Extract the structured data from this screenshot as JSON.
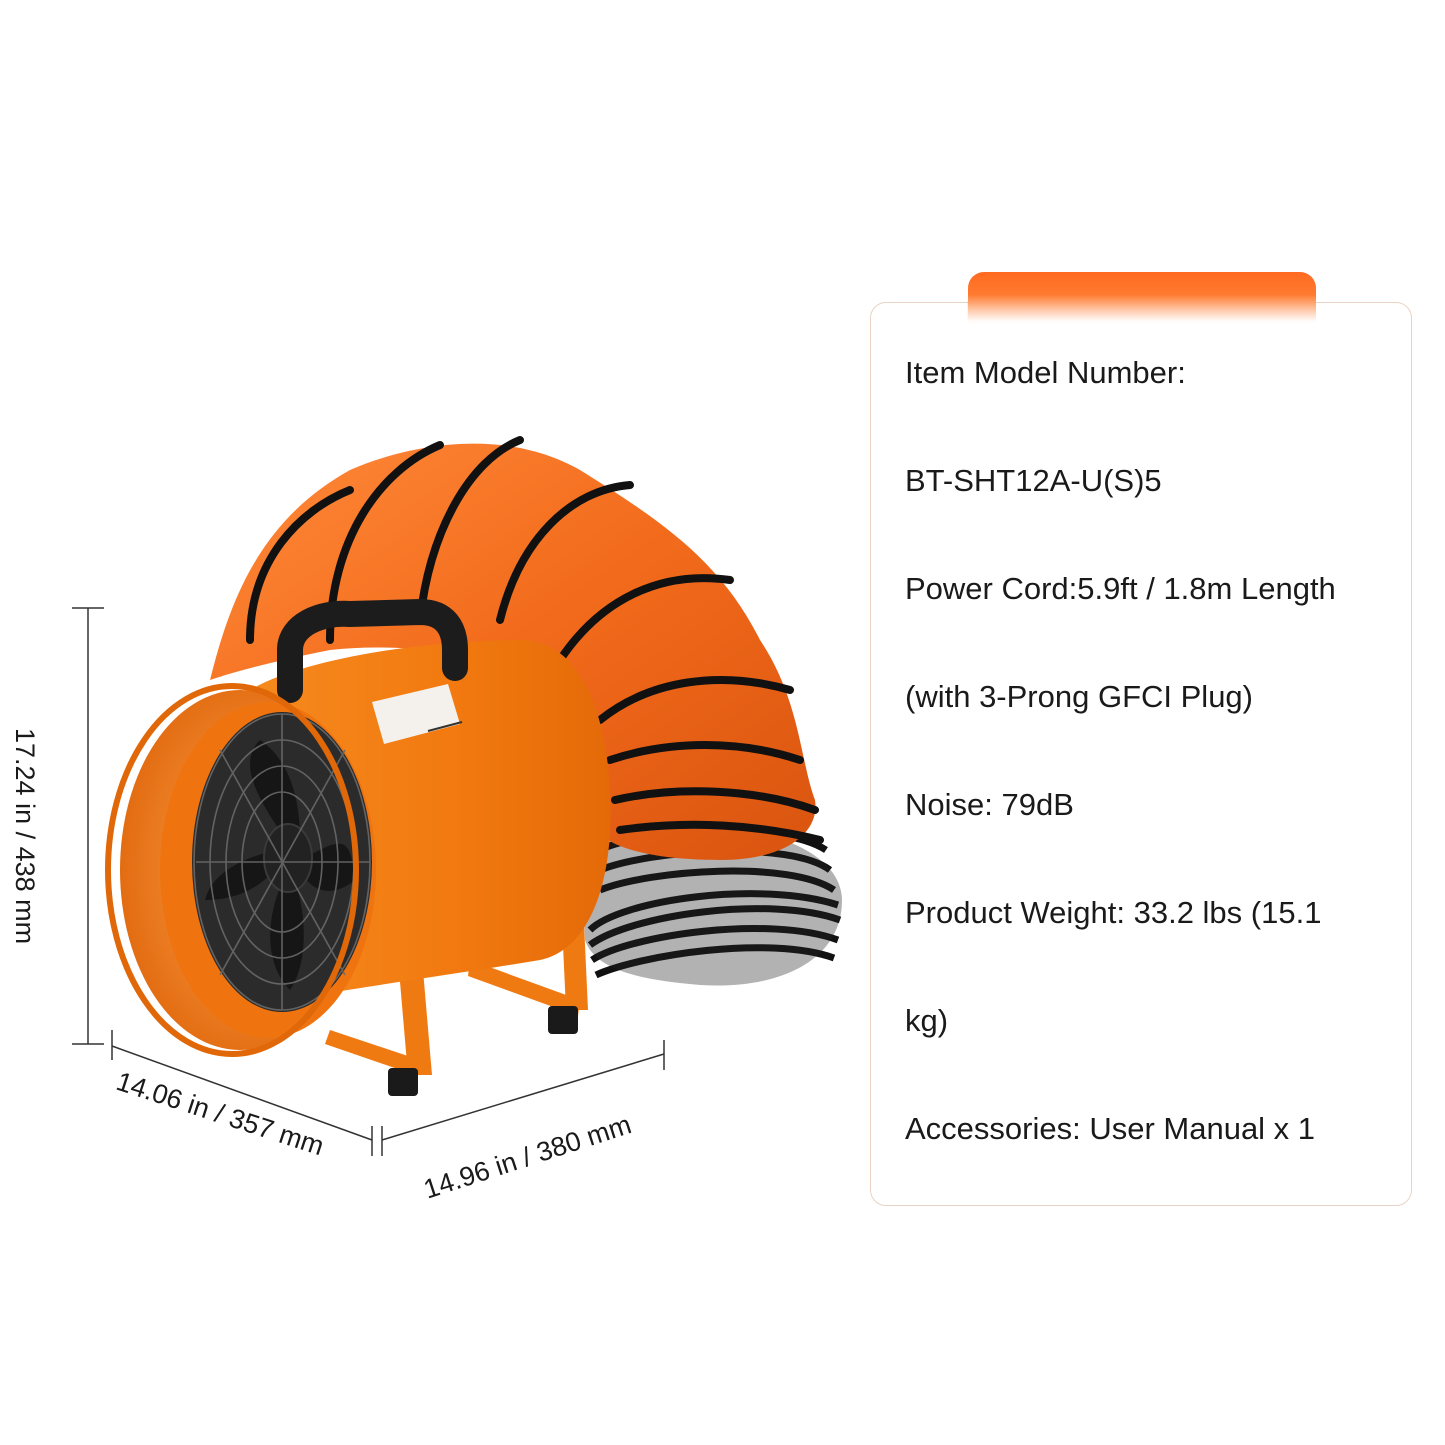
{
  "dimensions": {
    "height_label": "17.24 in / 438 mm",
    "depth_label": "14.06 in / 357 mm",
    "width_label": "14.96 in / 380 mm"
  },
  "specs": {
    "lines": [
      "Item Model Number:",
      "BT-SHT12A-U(S)5",
      "Power Cord:5.9ft / 1.8m Length",
      "(with 3-Prong GFCI Plug)",
      "Noise: 79dB",
      "Product Weight: 33.2 lbs (15.1",
      "kg)",
      "Accessories: User Manual x 1"
    ]
  },
  "colors": {
    "accent": "#ff6a1f",
    "fan_orange": "#f57c12",
    "hose_orange": "#f26a1b",
    "dark": "#1c1c1c"
  }
}
